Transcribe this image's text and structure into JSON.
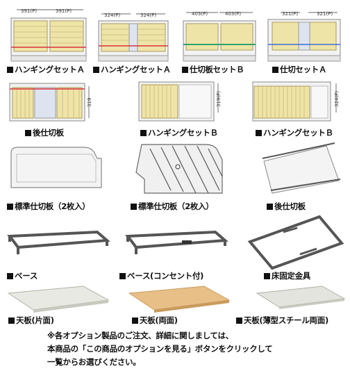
{
  "items": [
    {
      "label": "ハンギングセットＡ",
      "dims": [
        "391(P)",
        "391(P)"
      ]
    },
    {
      "label": "ハンギングセットＡ",
      "dims": [
        "324(P)",
        "324(P)"
      ]
    },
    {
      "label": "仕切板セットＢ",
      "dims": [
        "403(P)",
        "403(P)"
      ]
    },
    {
      "label": "仕切セットＡ",
      "dims": [
        "321(P)",
        "321(P)"
      ]
    },
    {
      "label": "後仕切板",
      "dims": [
        "319"
      ]
    },
    {
      "label": "ハンギングセットＢ",
      "dims": [
        "319(P)"
      ]
    },
    {
      "label": "ハンギングセットＢ",
      "dims": [
        "324(P)"
      ]
    },
    {
      "label": "標準仕切板（2枚入）"
    },
    {
      "label": "標準仕切板（2枚入）"
    },
    {
      "label": "後仕切板"
    },
    {
      "label": "ベース"
    },
    {
      "label": "ベース(コンセント付)"
    },
    {
      "label": "床固定金具"
    },
    {
      "label": "天板(片面)"
    },
    {
      "label": "天板(両面)"
    },
    {
      "label": "天板(薄型スチール両面)"
    }
  ],
  "note": {
    "line1": "※各オプション製品のご注文、詳細に関しましては、",
    "line2": "本商品の「この商品のオプションを見る」ボタンをクリックして",
    "line3": "一覧からお選びください。"
  },
  "colors": {
    "accent_red": "#d9323c",
    "accent_blue": "#3a6fd8",
    "accent_green": "#2ea36a",
    "folder": "#efe4a8",
    "steel": "#5a5a5a"
  }
}
